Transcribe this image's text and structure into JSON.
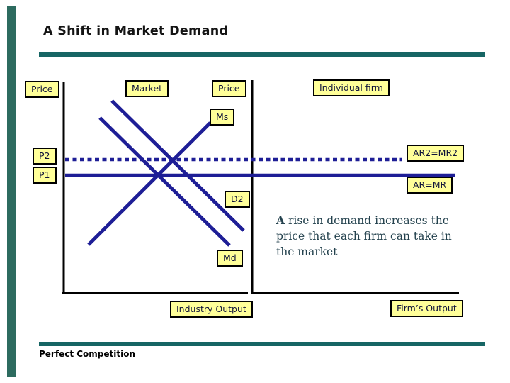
{
  "slide": {
    "title": "A Shift in Market Demand",
    "footer": "Perfect Competition",
    "note_text": "A rise in demand increases the price that each firm can take in the market",
    "colors": {
      "accent_teal_rule": "#166564",
      "sidebar_green": "#2d6b5f",
      "curve_navy": "#1e1e96",
      "label_background": "#ffff99",
      "label_border": "#000000",
      "note_text_color": "#24424e",
      "axis_black": "#000000"
    }
  },
  "labels": {
    "price_left": "Price",
    "market": "Market",
    "price_right": "Price",
    "individual_firm": "Individual firm",
    "ms": "Ms",
    "p2": "P2",
    "p1": "P1",
    "ar2_mr2": "AR2=MR2",
    "ar_mr": "AR=MR",
    "d2": "D2",
    "md": "Md",
    "industry_output": "Industry Output",
    "firms_output": "Firm’s Output"
  },
  "diagram": {
    "panels": [
      {
        "name": "market",
        "x_axis_label": "Industry Output",
        "y_axis_label": "Price"
      },
      {
        "name": "individual-firm",
        "x_axis_label": "Firm’s Output",
        "y_axis_label": "Price"
      }
    ],
    "curves": [
      {
        "name": "market-supply",
        "label": "Ms",
        "type": "upward-sloping"
      },
      {
        "name": "market-demand-original",
        "label": "Md",
        "type": "downward-sloping"
      },
      {
        "name": "market-demand-shifted",
        "label": "D2",
        "type": "downward-sloping"
      },
      {
        "name": "price-level-p2",
        "label": "P2",
        "right_label": "AR2=MR2",
        "style": "dotted"
      },
      {
        "name": "price-level-p1",
        "label": "P1",
        "right_label": "AR=MR",
        "style": "solid"
      }
    ]
  }
}
